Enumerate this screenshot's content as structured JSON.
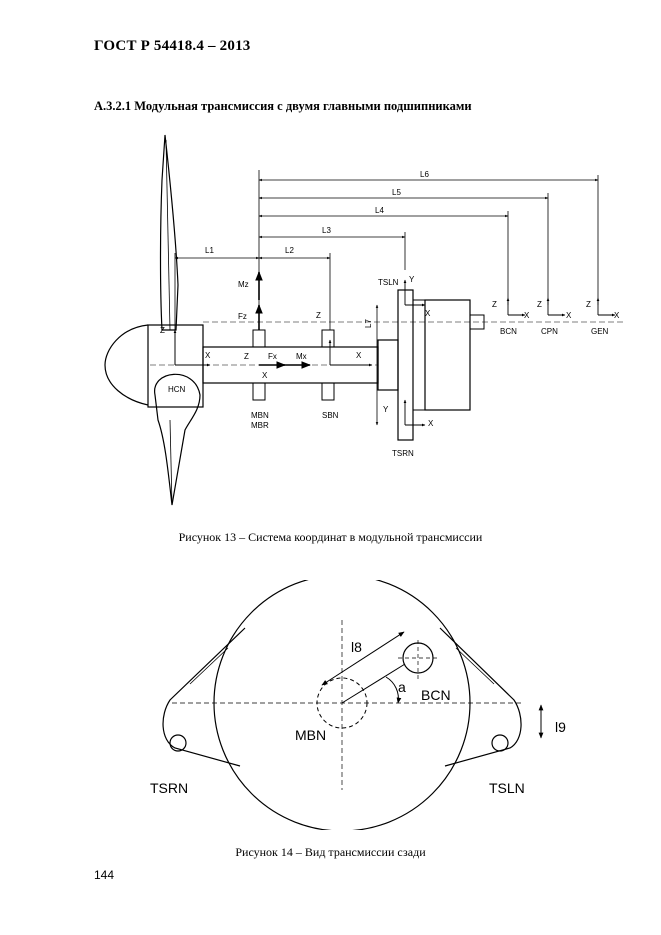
{
  "header": {
    "doc_id": "ГОСТ Р 54418.4 – 2013"
  },
  "section": {
    "heading": "А.3.2.1 Модульная трансмиссия с двумя главными подшипниками"
  },
  "figure13": {
    "caption": "Рисунок 13 – Система координат в модульной трансмиссии",
    "dims": [
      "L6",
      "L5",
      "L4",
      "L3",
      "L2",
      "L1",
      "L7"
    ],
    "axes": {
      "z": "Z",
      "x": "X",
      "y": "Y"
    },
    "forces": {
      "mz": "Mz",
      "fz": "Fz",
      "fx": "Fx",
      "mx": "Mx"
    },
    "points": {
      "hcn": "HCN",
      "mbn": "MBN",
      "mbr": "MBR",
      "sbn": "SBN",
      "tsln": "TSLN",
      "tsrn": "TSRN",
      "bcn": "BCN",
      "cpn": "CPN",
      "gen": "GEN"
    }
  },
  "figure14": {
    "caption": "Рисунок 14 – Вид трансмиссии сзади",
    "labels": {
      "l8": "l8",
      "a": "a",
      "bcn": "BCN",
      "mbn": "MBN",
      "l9": "l9",
      "tsrn": "TSRN",
      "tsln": "TSLN"
    }
  },
  "footer": {
    "page_number": "144"
  }
}
